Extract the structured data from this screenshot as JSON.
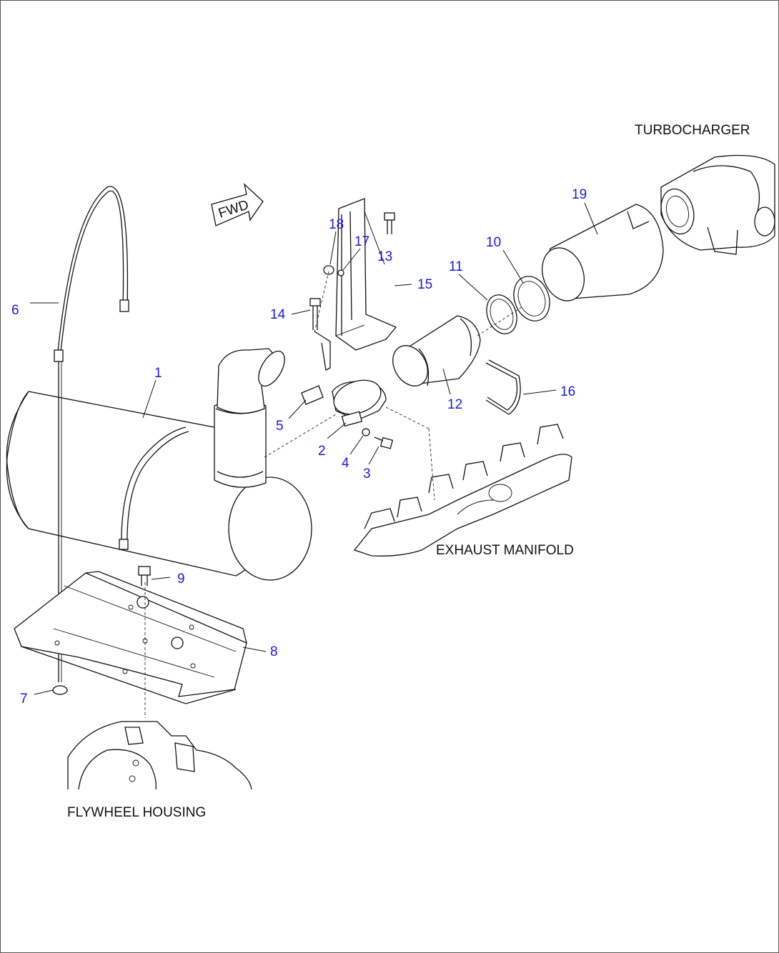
{
  "diagram": {
    "orientation_text": "FWD",
    "labels": {
      "turbocharger": "TURBOCHARGER",
      "exhaust_manifold": "EXHAUST MANIFOLD",
      "flywheel_housing": "FLYWHEEL HOUSING"
    },
    "callouts": [
      "1",
      "2",
      "3",
      "4",
      "5",
      "6",
      "7",
      "8",
      "9",
      "10",
      "11",
      "12",
      "13",
      "14",
      "15",
      "16",
      "17",
      "18",
      "19"
    ]
  }
}
